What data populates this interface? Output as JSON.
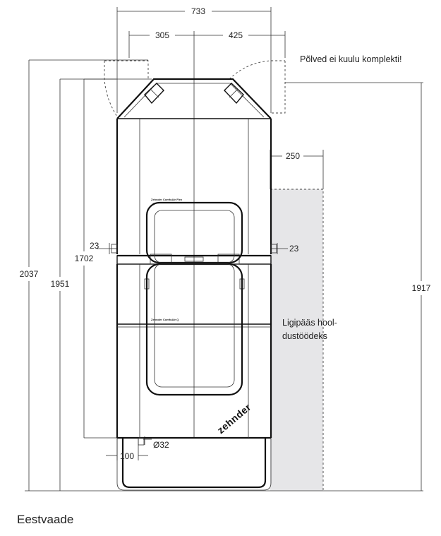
{
  "dimensions": {
    "total_width": "733",
    "left_offset": "305",
    "right_offset": "425",
    "height_total": "2037",
    "height_1951": "1951",
    "height_1702": "1702",
    "height_1917": "1917",
    "side_clearance": "250",
    "left_stub": "23",
    "right_stub": "23",
    "bottom_offset": "100",
    "pipe_diameter": "Ø32"
  },
  "notes": {
    "bends_not_included": "Põlved ei kuulu komplekti!",
    "service_access_line1": "Ligipääs hool-",
    "service_access_line2": "dustöödeks"
  },
  "labels": {
    "upper_unit": "Zehnder ComfoAir Flex",
    "lower_unit": "Zehnder ComfoAir Q",
    "brand": "zehnder"
  },
  "caption": "Eestvaade",
  "colors": {
    "service_area": "#e6e6e8",
    "outline": "#111111"
  }
}
